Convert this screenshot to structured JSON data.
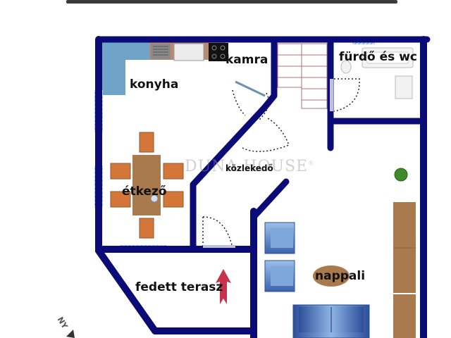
{
  "header": {
    "title_partial": ""
  },
  "rooms": {
    "kitchen": "konyha",
    "pantry": "kamra",
    "bathroom": "fürdő és wc",
    "dining": "étkező",
    "corridor": "közlekedő",
    "terrace": "fedett terasz",
    "living": "nappali"
  },
  "watermark": {
    "text": "DUNA HOUSE",
    "mark": "®"
  },
  "compass": {
    "label": "NY"
  },
  "colors": {
    "wall": "#0b0b78",
    "window": "#8fbfe0",
    "furniture_wood": "#a87a4e",
    "chair": "#d4763a",
    "sofa": "#5b8fd0",
    "counter": "#6fa3c8",
    "arrow": "#c8324a",
    "plant": "#3f8a2a"
  }
}
